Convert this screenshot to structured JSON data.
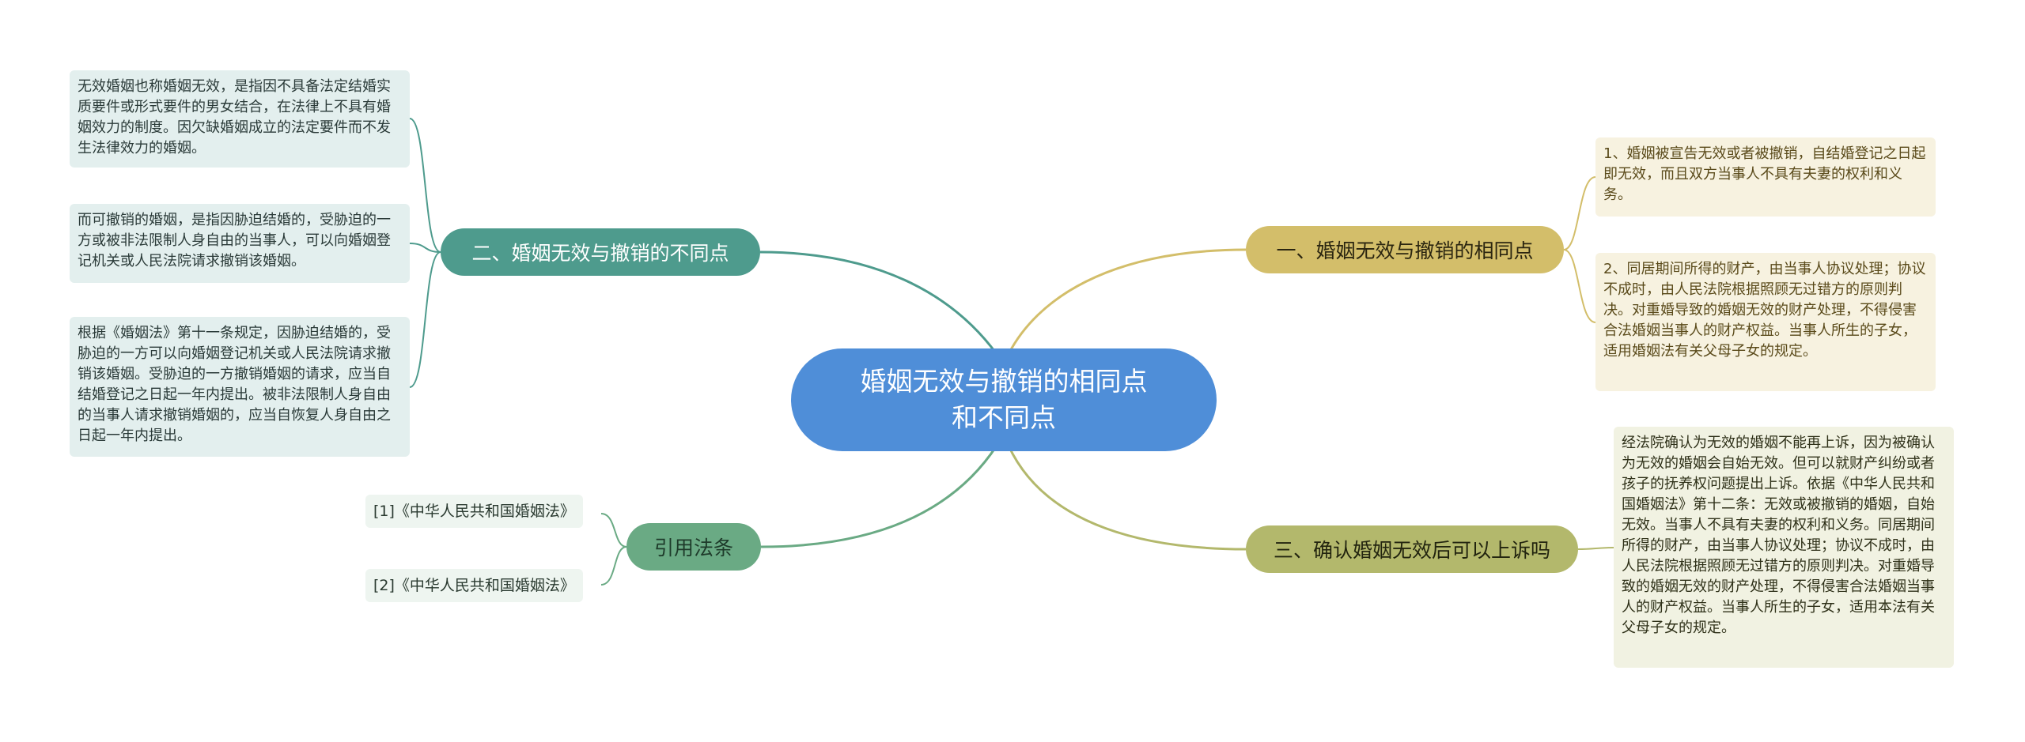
{
  "root": {
    "line1": "婚姻无效与撤销的相同点",
    "line2": "和不同点"
  },
  "branches": {
    "same": {
      "label": "一、婚姻无效与撤销的相同点",
      "color": "#d3be6a",
      "items": [
        "1、婚姻被宣告无效或者被撤销，自结婚登记之日起即无效，而且双方当事人不具有夫妻的权利和义务。",
        "2、同居期间所得的财产，由当事人协议处理；协议不成时，由人民法院根据照顾无过错方的原则判决。对重婚导致的婚姻无效的财产处理，不得侵害合法婚姻当事人的财产权益。当事人所生的子女，适用婚姻法有关父母子女的规定。"
      ]
    },
    "diff": {
      "label": "二、婚姻无效与撤销的不同点",
      "color": "#4e9b8d",
      "items": [
        "无效婚姻也称婚姻无效，是指因不具备法定结婚实质要件或形式要件的男女结合，在法律上不具有婚姻效力的制度。因欠缺婚姻成立的法定要件而不发生法律效力的婚姻。",
        "而可撤销的婚姻，是指因胁迫结婚的，受胁迫的一方或被非法限制人身自由的当事人，可以向婚姻登记机关或人民法院请求撤销该婚姻。",
        "根据《婚姻法》第十一条规定，因胁迫结婚的，受胁迫的一方可以向婚姻登记机关或人民法院请求撤销该婚姻。受胁迫的一方撤销婚姻的请求，应当自结婚登记之日起一年内提出。被非法限制人身自由的当事人请求撤销婚姻的，应当自恢复人身自由之日起一年内提出。"
      ]
    },
    "appeal": {
      "label": "三、确认婚姻无效后可以上诉吗",
      "color": "#b3b86c",
      "items": [
        "经法院确认为无效的婚姻不能再上诉，因为被确认为无效的婚姻会自始无效。但可以就财产纠纷或者孩子的抚养权问题提出上诉。依据《中华人民共和国婚姻法》第十二条：无效或被撤销的婚姻，自始无效。当事人不具有夫妻的权利和义务。同居期间所得的财产，由当事人协议处理；协议不成时，由人民法院根据照顾无过错方的原则判决。对重婚导致的婚姻无效的财产处理，不得侵害合法婚姻当事人的财产权益。当事人所生的子女，适用本法有关父母子女的规定。"
      ]
    },
    "cite": {
      "label": "引用法条",
      "color": "#6aaa84",
      "items": [
        "[1]《中华人民共和国婚姻法》",
        "[2]《中华人民共和国婚姻法》"
      ]
    }
  },
  "colors": {
    "root": "#4f8ed8"
  }
}
